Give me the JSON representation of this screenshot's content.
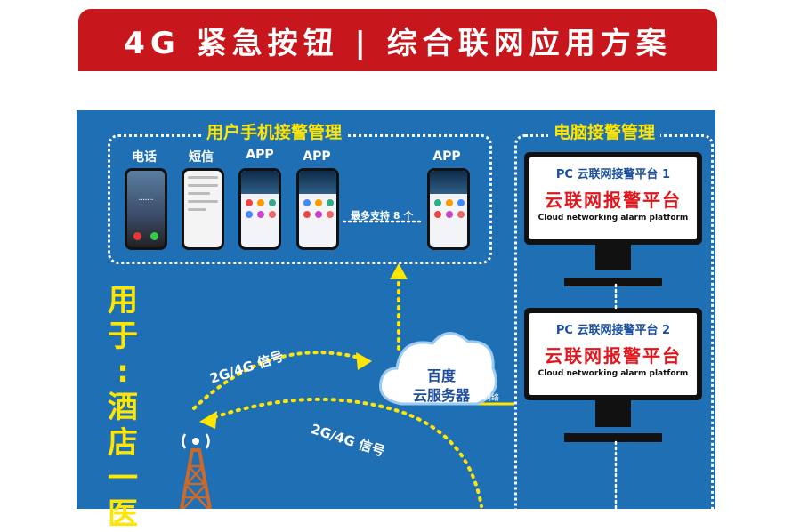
{
  "banner": {
    "title": "4G 紧急按钮 | 综合联网应用方案"
  },
  "mobile_box": {
    "title": "用户手机接警管理",
    "phones": [
      {
        "label": "电话",
        "kind": "call"
      },
      {
        "label": "短信",
        "kind": "sms"
      },
      {
        "label": "APP",
        "kind": "app"
      },
      {
        "label": "APP",
        "kind": "app"
      },
      {
        "label": "APP",
        "kind": "app"
      }
    ],
    "max_note": "最多支持 8 个"
  },
  "pc_box": {
    "title": "电脑接警管理",
    "monitors": [
      {
        "line1": "PC 云联网接警平台 1",
        "line2": "云联网报警平台",
        "line3": "Cloud networking alarm platform"
      },
      {
        "line1": "PC 云联网接警平台 2",
        "line2": "云联网报警平台",
        "line3": "Cloud networking alarm platform"
      }
    ]
  },
  "cloud": {
    "line1": "百度",
    "line2": "云服务器"
  },
  "ip_label": "IP 网络",
  "signal_top": "2G/4G 信号",
  "signal_bottom": "2G/4G 信号",
  "usage_vertical": [
    "用",
    "于",
    ":",
    "酒",
    "店",
    "一",
    "医"
  ],
  "colors": {
    "banner": "#c8161d",
    "panel": "#1f6fb5",
    "accent": "#ffe600",
    "alarm_red": "#e0161d"
  }
}
